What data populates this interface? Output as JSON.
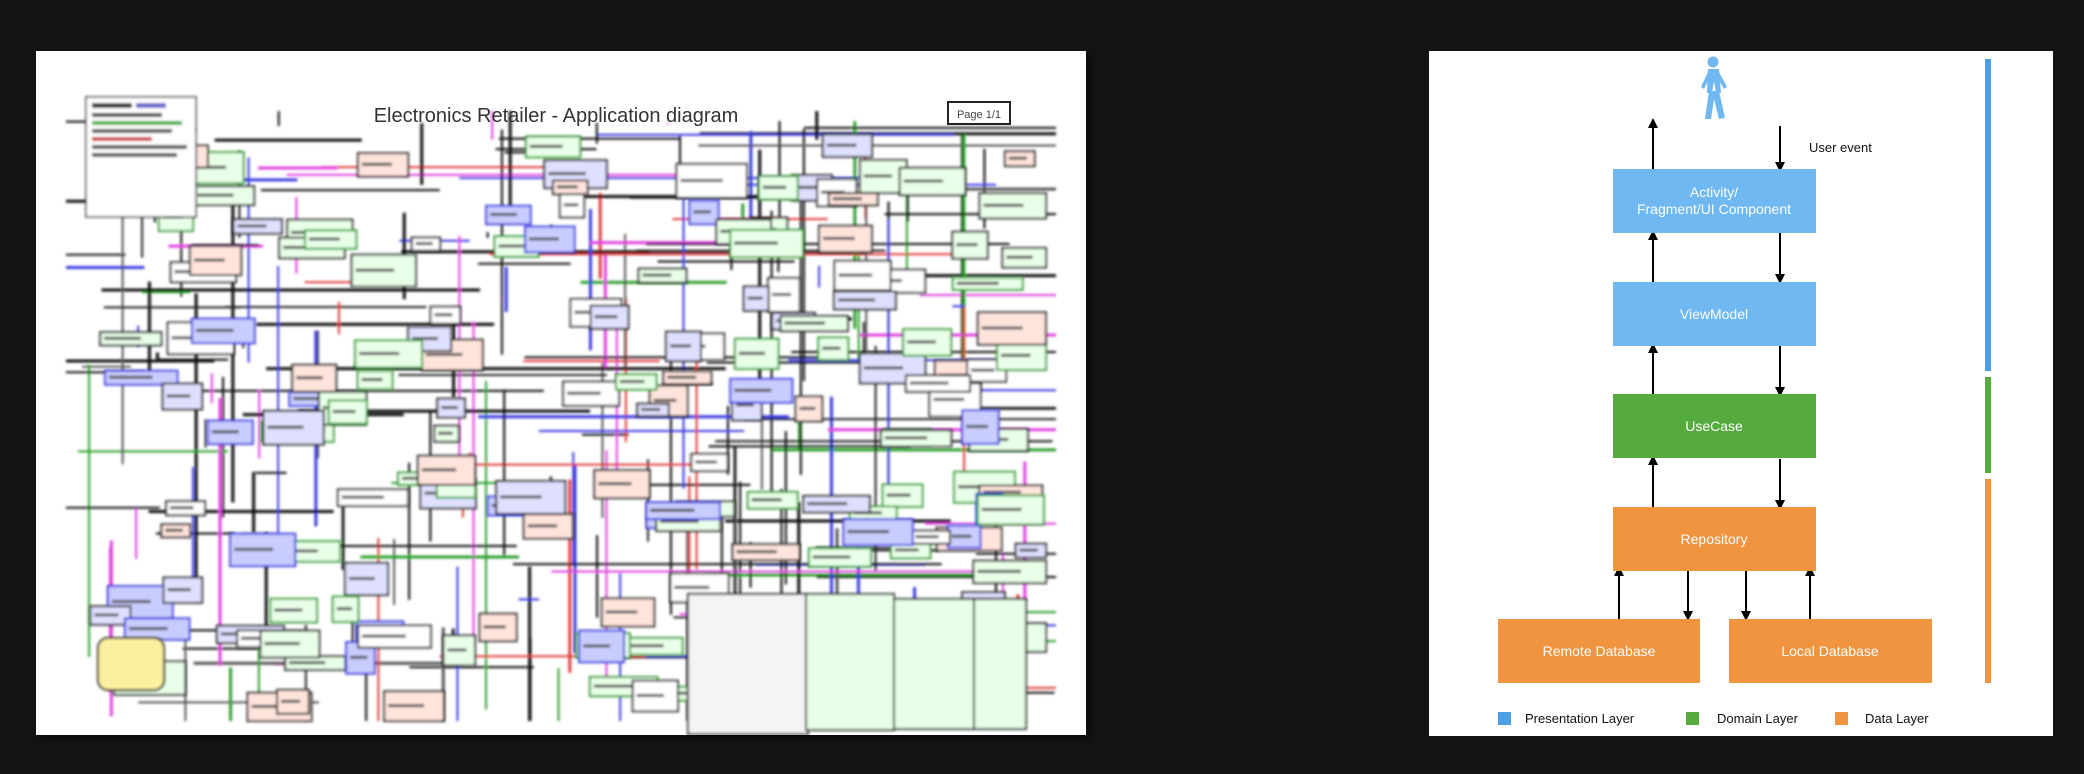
{
  "left_diagram": {
    "title": "Electronics Retailer - Application diagram",
    "page_label": "Page 1/1"
  },
  "right_diagram": {
    "user_event_label": "User event",
    "boxes": {
      "activity": {
        "line1": "Activity/",
        "line2": "Fragment/UI Component"
      },
      "viewmodel": "ViewModel",
      "usecase": "UseCase",
      "repository": "Repository",
      "remote_db": "Remote Database",
      "local_db": "Local Database"
    },
    "legend": [
      {
        "label": "Presentation Layer",
        "color": "#6fb8f2"
      },
      {
        "label": "Domain Layer",
        "color": "#56ab3f"
      },
      {
        "label": "Data Layer",
        "color": "#f0943f"
      }
    ],
    "colors": {
      "presentation": "#6fb8f2",
      "domain": "#56ab3f",
      "data": "#f0943f",
      "presentation_bar": "#4a9fe6",
      "page_background": "#141414"
    },
    "icons": [
      "walking-person-icon"
    ]
  }
}
